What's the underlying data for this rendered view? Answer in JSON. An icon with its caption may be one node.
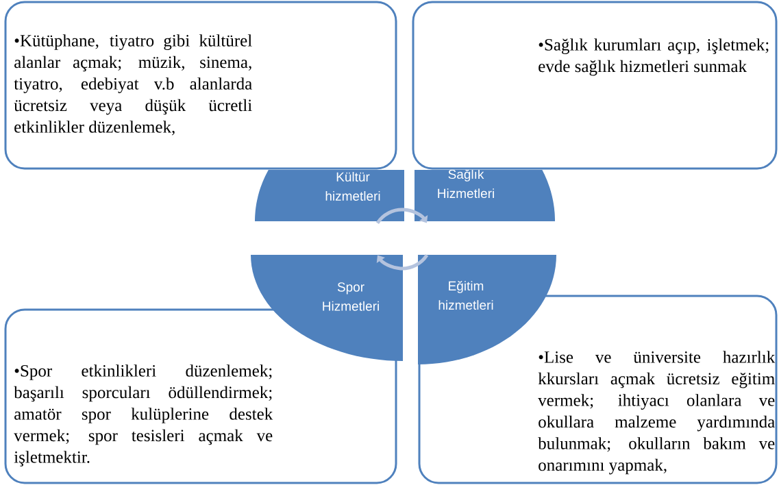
{
  "diagram": {
    "nodes": [
      {
        "text": [
          "•Kütüphane, tiyatro gibi kültürel alanlar açmak; müzik, sinema, tiyatro, edebiyat v.b alanlarda ücretsiz veya düşük ücretli etkinlikler düzenlemek,"
        ]
      },
      {
        "text": [
          "•Sağlık kurumları açıp, işletmek; evde sağlık hizmetleri sunmak"
        ]
      },
      {
        "text": [
          "Kültür hizmetleri"
        ]
      },
      {
        "text": [
          "Sağlık Hizmetleri"
        ]
      },
      {
        "text": [
          "Spor Hizmetleri"
        ]
      },
      {
        "text": [
          "Eğitim hizmetleri"
        ]
      },
      {
        "text": [
          "•Spor etkinlikleri düzenlemek; başarılı sporcuları ödüllendirmek; amatör spor kulüplerine destek vermek; spor tesisleri açmak ve işletmektir."
        ]
      },
      {
        "text": [
          "•Lise ve üniversite hazırlık kkursları açmak ücretsiz eğitim vermek; ihtiyacı olanlara ve okullara malzeme yardımında bulunmak; okulların bakım ve onarımını yapmak,"
        ]
      }
    ],
    "edges": [
      {
        "from": 2,
        "to": 3,
        "arrow": "to"
      },
      {
        "from": 5,
        "to": 4,
        "arrow": "to"
      }
    ]
  }
}
